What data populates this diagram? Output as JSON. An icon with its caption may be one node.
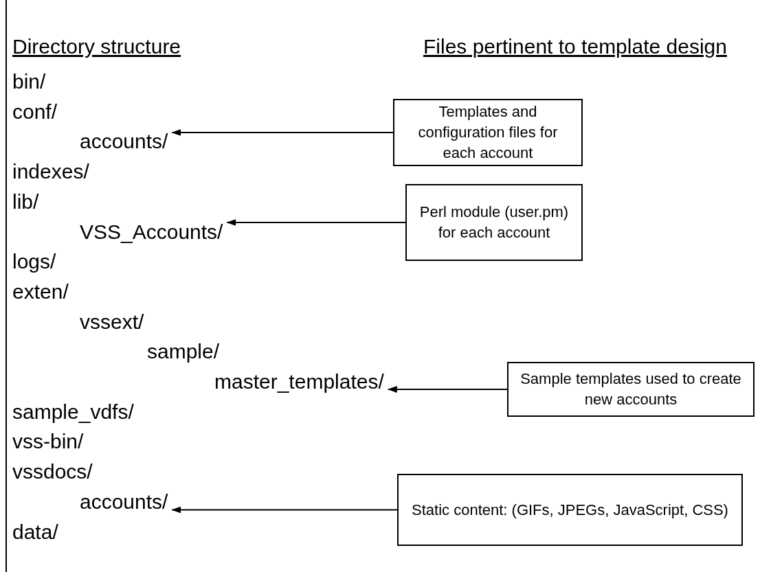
{
  "diagram": {
    "nodes": [
      {
        "text": [
          "accounts/"
        ]
      },
      {
        "text": [
          "Templates and configuration files for each account"
        ]
      },
      {
        "text": [
          "VSS_Accounts/"
        ]
      },
      {
        "text": [
          "Perl module (user.pm) for each account"
        ]
      },
      {
        "text": [
          "master_templates/"
        ]
      },
      {
        "text": [
          "Sample templates used to create new accounts"
        ]
      },
      {
        "text": [
          "accounts/"
        ]
      },
      {
        "text": [
          "Static content: (GIFs, JPEGs, JavaScript, CSS)"
        ]
      }
    ],
    "edges": [
      {
        "from": 1,
        "to": 0,
        "arrow": "to"
      },
      {
        "from": 3,
        "to": 2,
        "arrow": "to"
      },
      {
        "from": 5,
        "to": 4,
        "arrow": "to"
      },
      {
        "from": 7,
        "to": 6,
        "arrow": "to"
      }
    ],
    "labels": [
      "Directory structure",
      "Files pertinent to template design",
      "bin/",
      "conf/",
      "indexes/",
      "lib/",
      "logs/",
      "exten/",
      "vssext/",
      "sample/",
      "sample_vdfs/",
      "vss-bin/",
      "vssdocs/",
      "data/"
    ]
  }
}
